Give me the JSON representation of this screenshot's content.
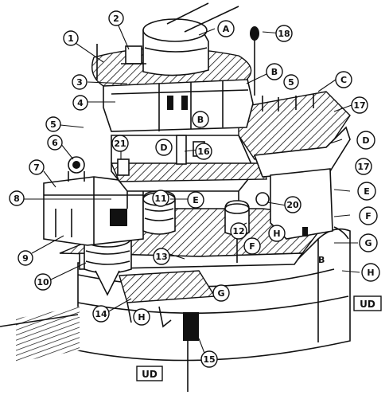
{
  "numbered_callouts": [
    "1",
    "2",
    "3",
    "4",
    "5",
    "6",
    "7",
    "8",
    "9",
    "10",
    "11",
    "12",
    "13",
    "14",
    "15",
    "16",
    "17",
    "18",
    "20",
    "21"
  ],
  "lettered_callouts": [
    "A",
    "B",
    "C",
    "D",
    "E",
    "F",
    "G",
    "H"
  ],
  "stamps": {
    "ud": "UD"
  },
  "inline_labels": {
    "b_lower": "B"
  }
}
